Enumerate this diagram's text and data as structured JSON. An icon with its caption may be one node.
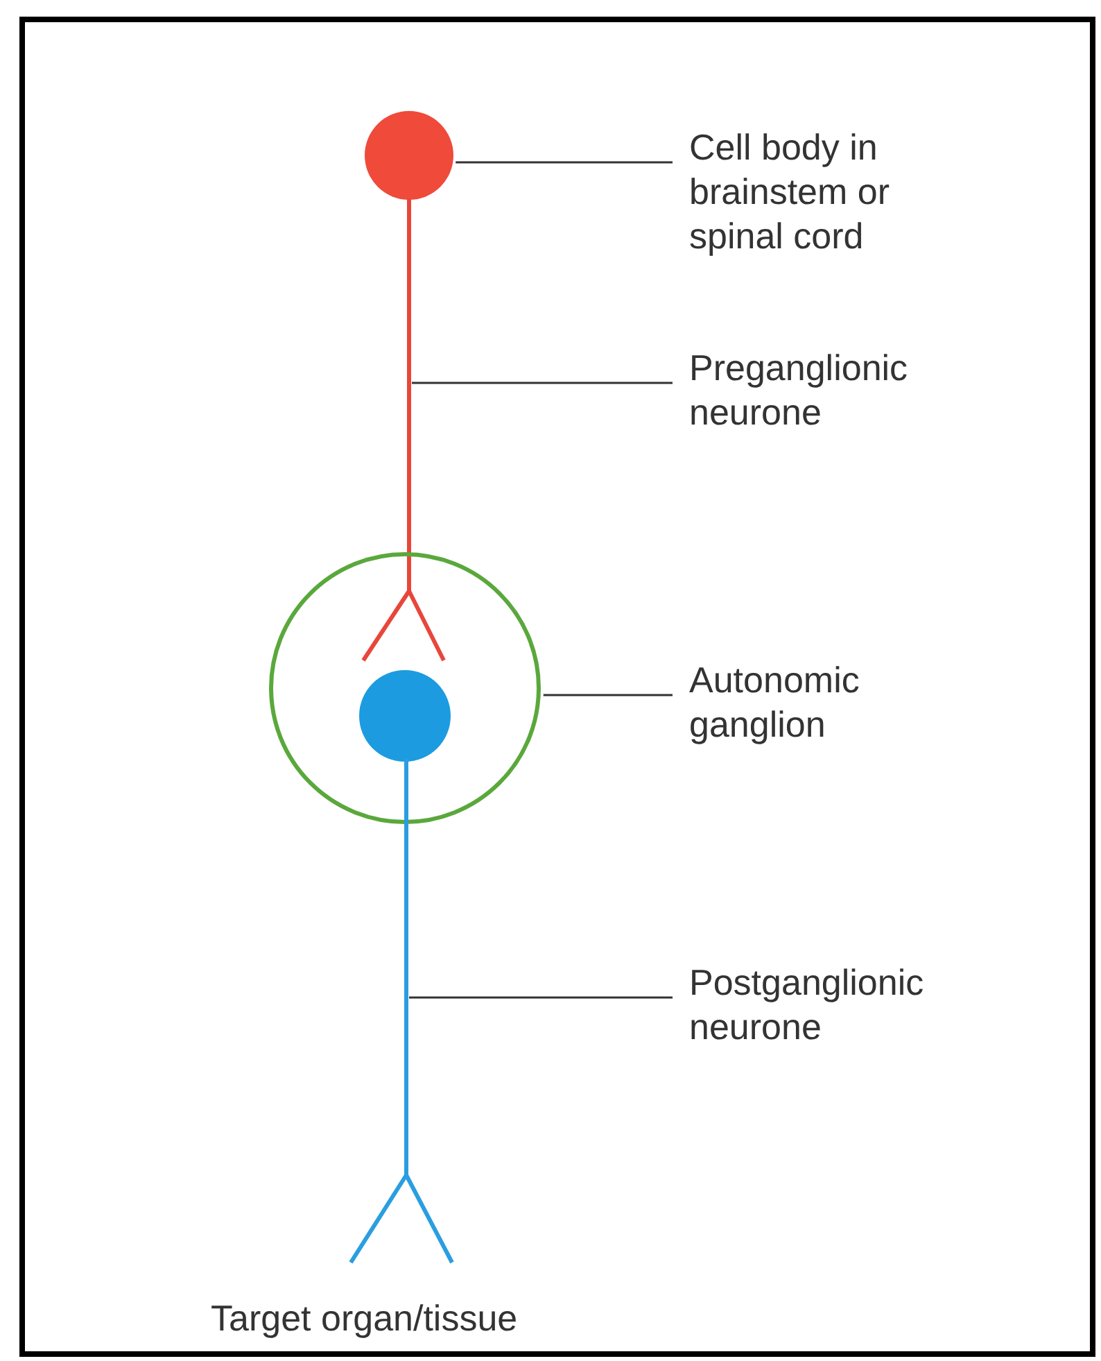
{
  "diagram": {
    "nodes": [
      {
        "text": [
          "Cell body in brainstem or spinal cord"
        ]
      },
      {
        "text": [],
        "shape": "circle"
      },
      {
        "text": [
          "Preganglionic neurone"
        ]
      },
      {
        "text": [],
        "shape": "line"
      },
      {
        "text": [
          "Autonomic ganglion"
        ]
      },
      {
        "text": [],
        "shape": "circle"
      },
      {
        "text": [],
        "shape": "circle",
        "in": 5
      },
      {
        "text": [
          "Postganglionic neurone"
        ]
      },
      {
        "text": [],
        "shape": "line"
      }
    ],
    "edges": [
      {
        "from": 0,
        "to": 1,
        "arrow": "none"
      },
      {
        "from": 2,
        "to": 3,
        "arrow": "none"
      },
      {
        "from": 4,
        "to": 5,
        "arrow": "none"
      },
      {
        "from": 7,
        "to": 8,
        "arrow": "none"
      }
    ],
    "labels": [
      "Target organ/tissue"
    ]
  }
}
